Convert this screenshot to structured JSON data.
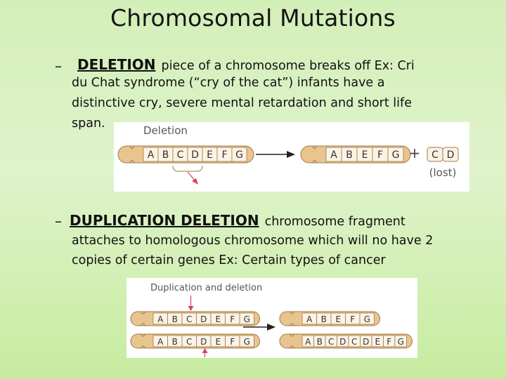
{
  "slide": {
    "title": "Chromosomal Mutations"
  },
  "deletion": {
    "dash": "–",
    "term": "DELETION",
    "line1": "piece of a chromosome breaks off  Ex:  Cri",
    "line2": "du Chat syndrome (“cry of the cat”) infants have a",
    "line3": "distinctive cry, severe mental retardation and short life",
    "line4": "span.",
    "figure": {
      "caption": "Deletion",
      "before_genes": [
        "A",
        "B",
        "C",
        "D",
        "E",
        "F",
        "G"
      ],
      "after_genes": [
        "A",
        "B",
        "E",
        "F",
        "G"
      ],
      "plus": "+",
      "fragment_genes": [
        "C",
        "D"
      ],
      "lost_label": "(lost)"
    }
  },
  "duplication": {
    "dash": "–",
    "term": "DUPLICATION DELETION",
    "line1": "chromosome fragment",
    "line2": "attaches to homologous chromosome which will no have 2",
    "line3": "copies of certain genes  Ex:  Certain types of cancer",
    "figure": {
      "caption": "Duplication and deletion",
      "top_before_genes": [
        "A",
        "B",
        "C",
        "D",
        "E",
        "F",
        "G"
      ],
      "bottom_before_genes": [
        "A",
        "B",
        "C",
        "D",
        "E",
        "F",
        "G"
      ],
      "top_after_genes": [
        "A",
        "B",
        "E",
        "F",
        "G"
      ],
      "bottom_after_genes": [
        "A",
        "B",
        "C",
        "D",
        "C",
        "D",
        "E",
        "F",
        "G"
      ]
    }
  },
  "colors": {
    "chromosome_fill": "#e8c48f",
    "chromosome_stroke": "#a07a45",
    "arrow_red": "#d9415b"
  }
}
